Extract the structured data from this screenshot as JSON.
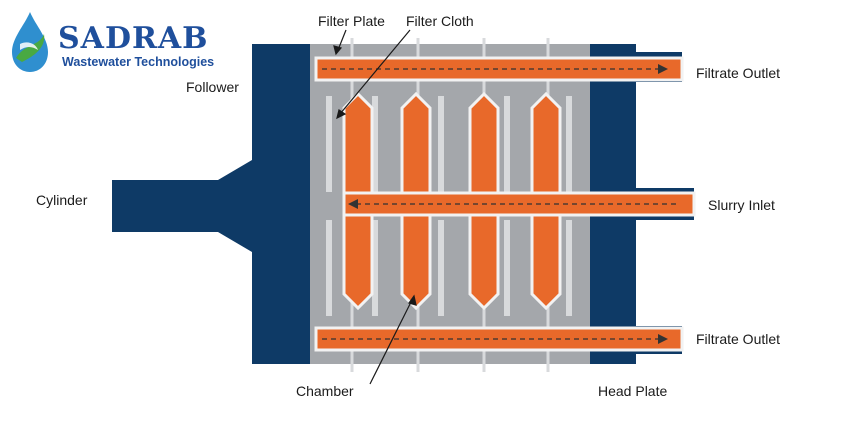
{
  "logo": {
    "name": "SADRAB",
    "tagline": "Wastewater Technologies"
  },
  "labels": {
    "filter_plate": "Filter Plate",
    "filter_cloth": "Filter Cloth",
    "follower": "Follower",
    "cylinder": "Cylinder",
    "filtrate_outlet_top": "Filtrate Outlet",
    "slurry_inlet": "Slurry Inlet",
    "filtrate_outlet_bottom": "Filtrate Outlet",
    "chamber": "Chamber",
    "head_plate": "Head Plate"
  },
  "colors": {
    "frame_navy": "#0e3a66",
    "plate_gray": "#a4a7ab",
    "plate_light": "#d8dadc",
    "slurry_orange": "#e8692a",
    "text": "#1a1a1a",
    "logo_blue": "#1f4f9c",
    "logo_green": "#49a942"
  }
}
